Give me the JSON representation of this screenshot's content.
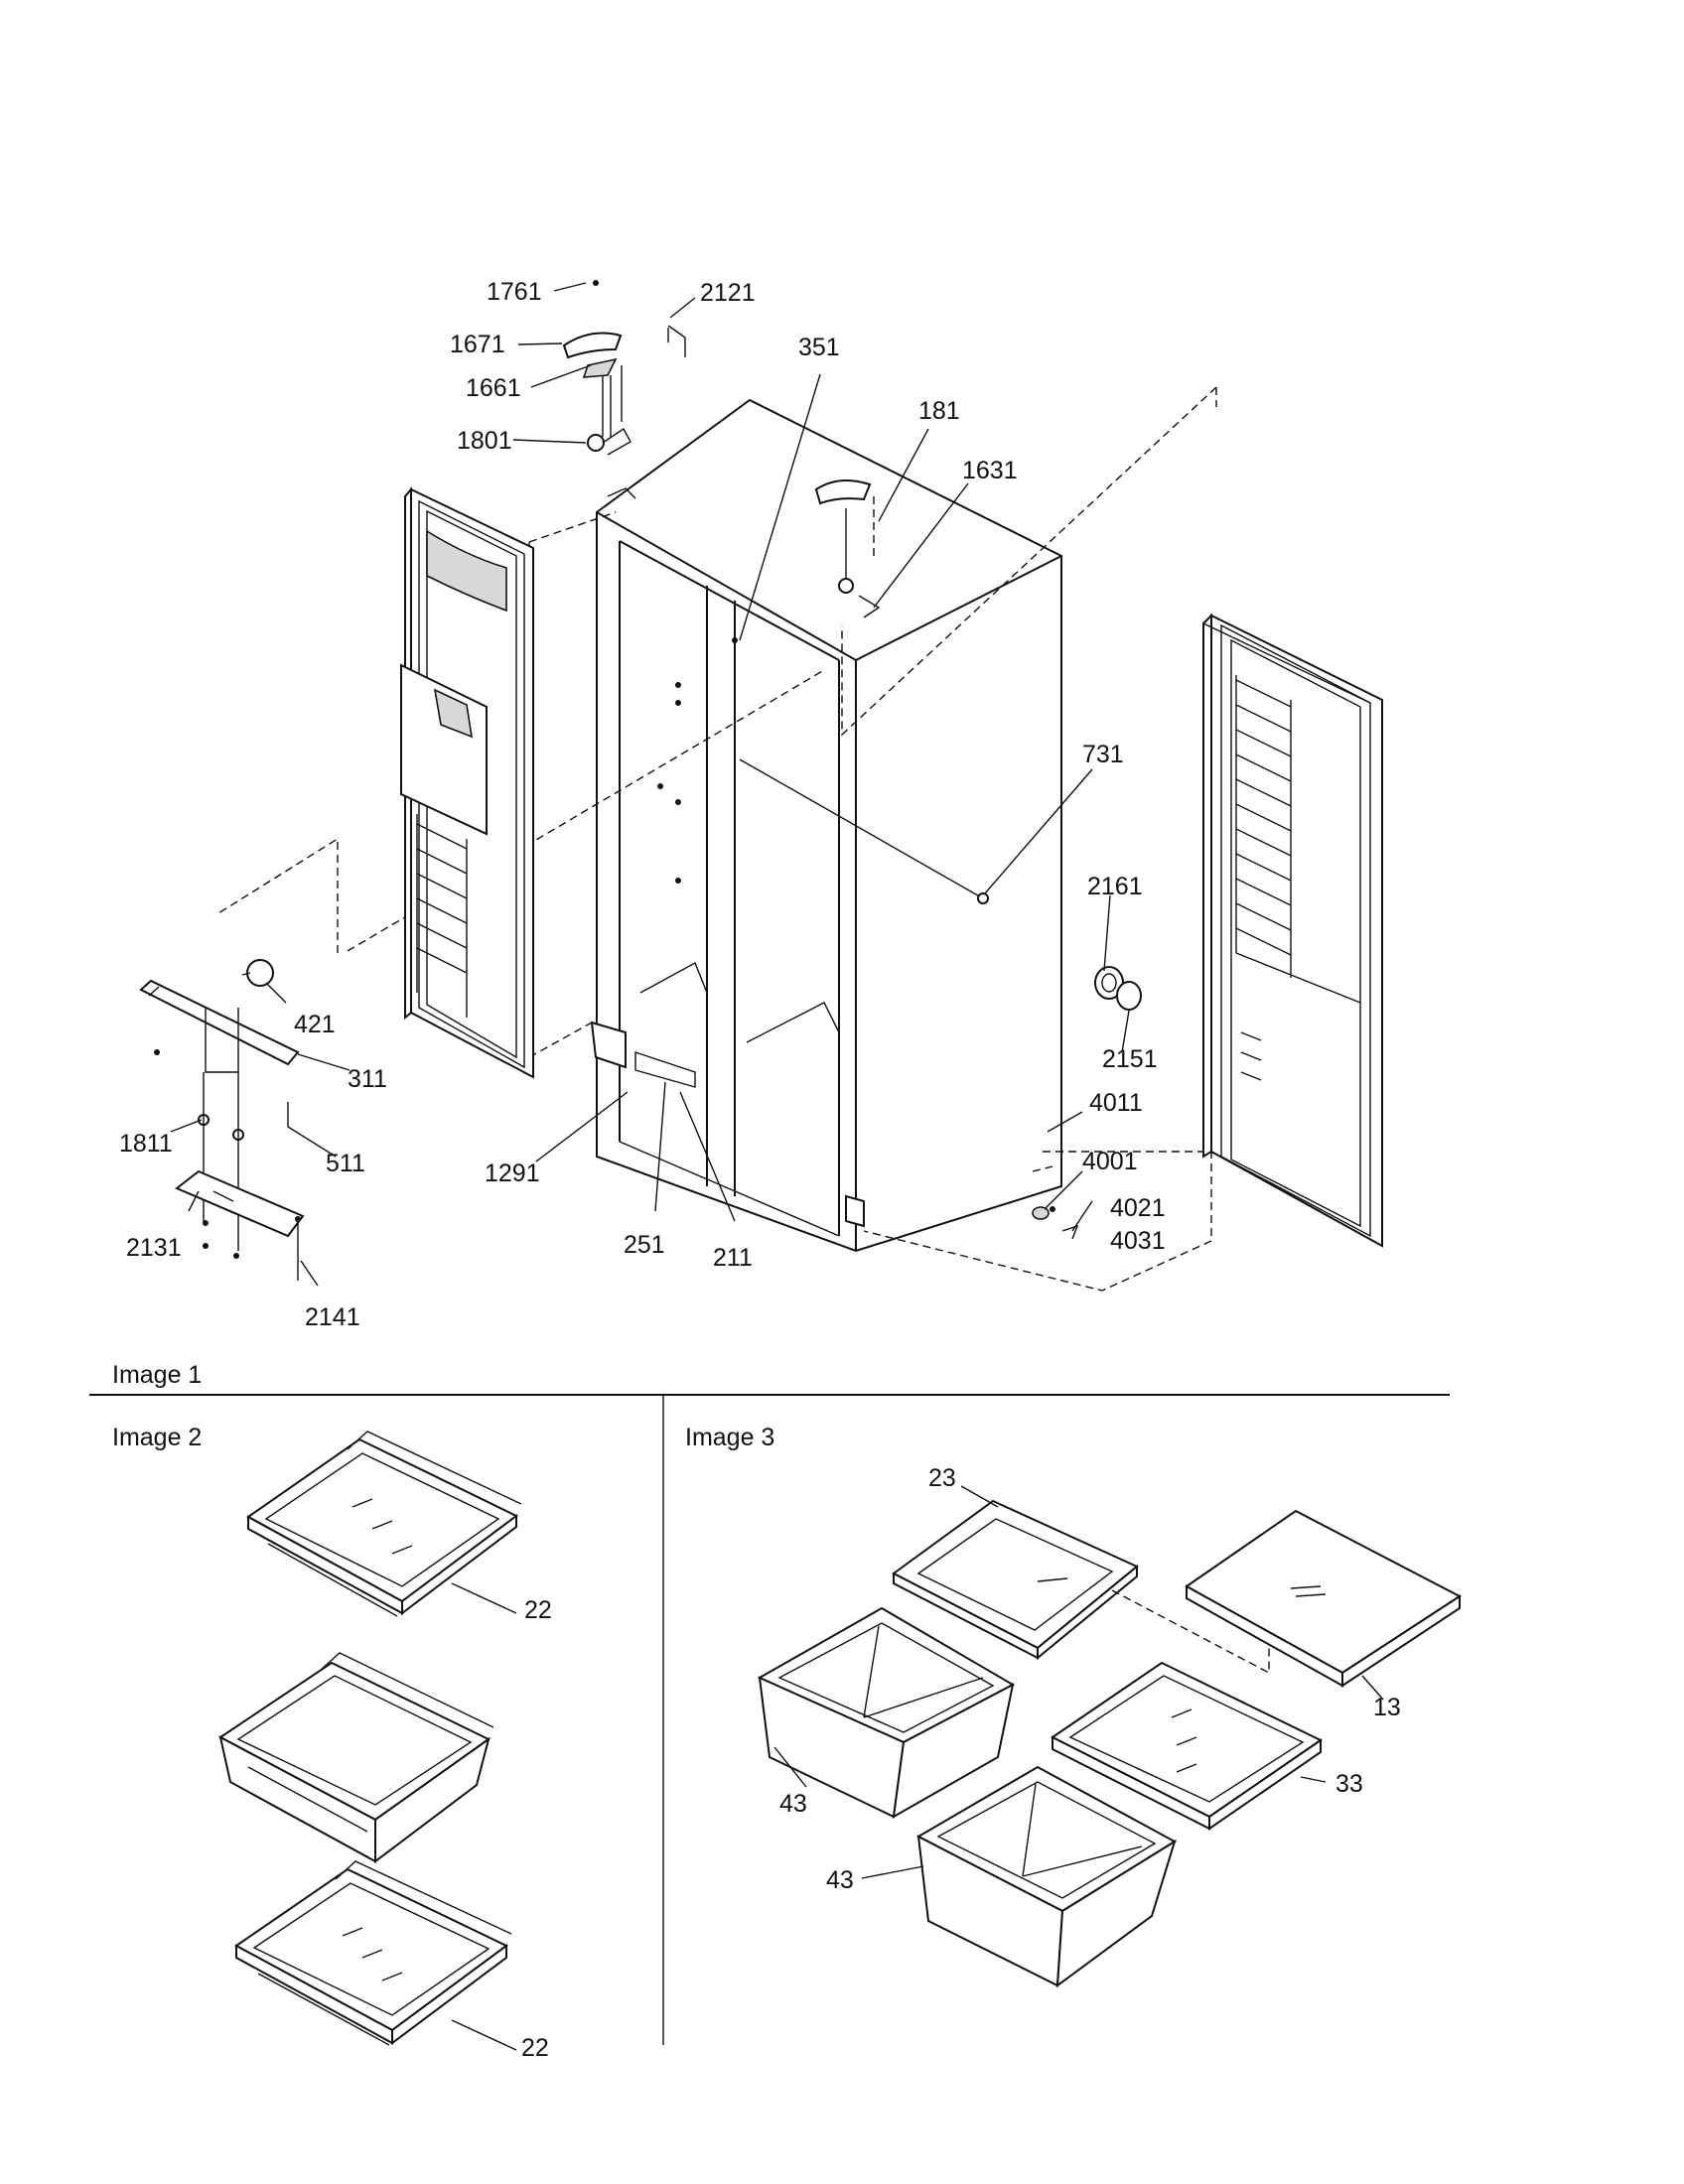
{
  "sections": [
    {
      "id": "image1",
      "label": "Image 1"
    },
    {
      "id": "image2",
      "label": "Image 2"
    },
    {
      "id": "image3",
      "label": "Image 3"
    }
  ],
  "callouts": {
    "image1": [
      "1761",
      "2121",
      "1671",
      "1661",
      "351",
      "181",
      "1801",
      "1631",
      "731",
      "2161",
      "421",
      "2151",
      "311",
      "1811",
      "511",
      "4011",
      "1291",
      "4001",
      "4021",
      "4031",
      "2131",
      "251",
      "211",
      "2141"
    ],
    "image2": [
      "22",
      "22"
    ],
    "image3": [
      "23",
      "13",
      "43",
      "33",
      "43"
    ]
  }
}
